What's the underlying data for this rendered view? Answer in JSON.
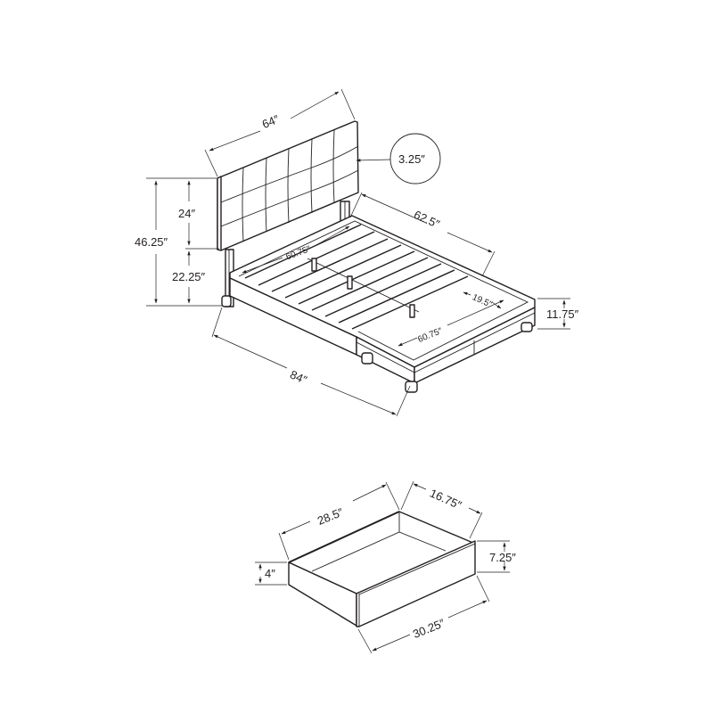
{
  "diagram": {
    "type": "product-dimension-drawing",
    "subject": "Upholstered bed with tufted headboard and storage drawers",
    "line_color": "#231f20",
    "background": "#ffffff"
  },
  "bed": {
    "dimensions": {
      "headboard_width": "64″",
      "headboard_thickness": "3.25″",
      "headboard_height": "24″",
      "total_height": "46.25″",
      "headboard_clearance": "22.25″",
      "overall_width": "62.5″",
      "overall_length": "84″",
      "rail_height": "11.75″",
      "inner_length_head": "60.75″",
      "inner_length_foot": "60.75″",
      "foot_depth": "19.5″"
    }
  },
  "drawer": {
    "dimensions": {
      "inner_length": "28.5″",
      "depth": "16.75″",
      "front_height": "7.25″",
      "side_height": "4″",
      "front_length": "30.25″"
    }
  }
}
